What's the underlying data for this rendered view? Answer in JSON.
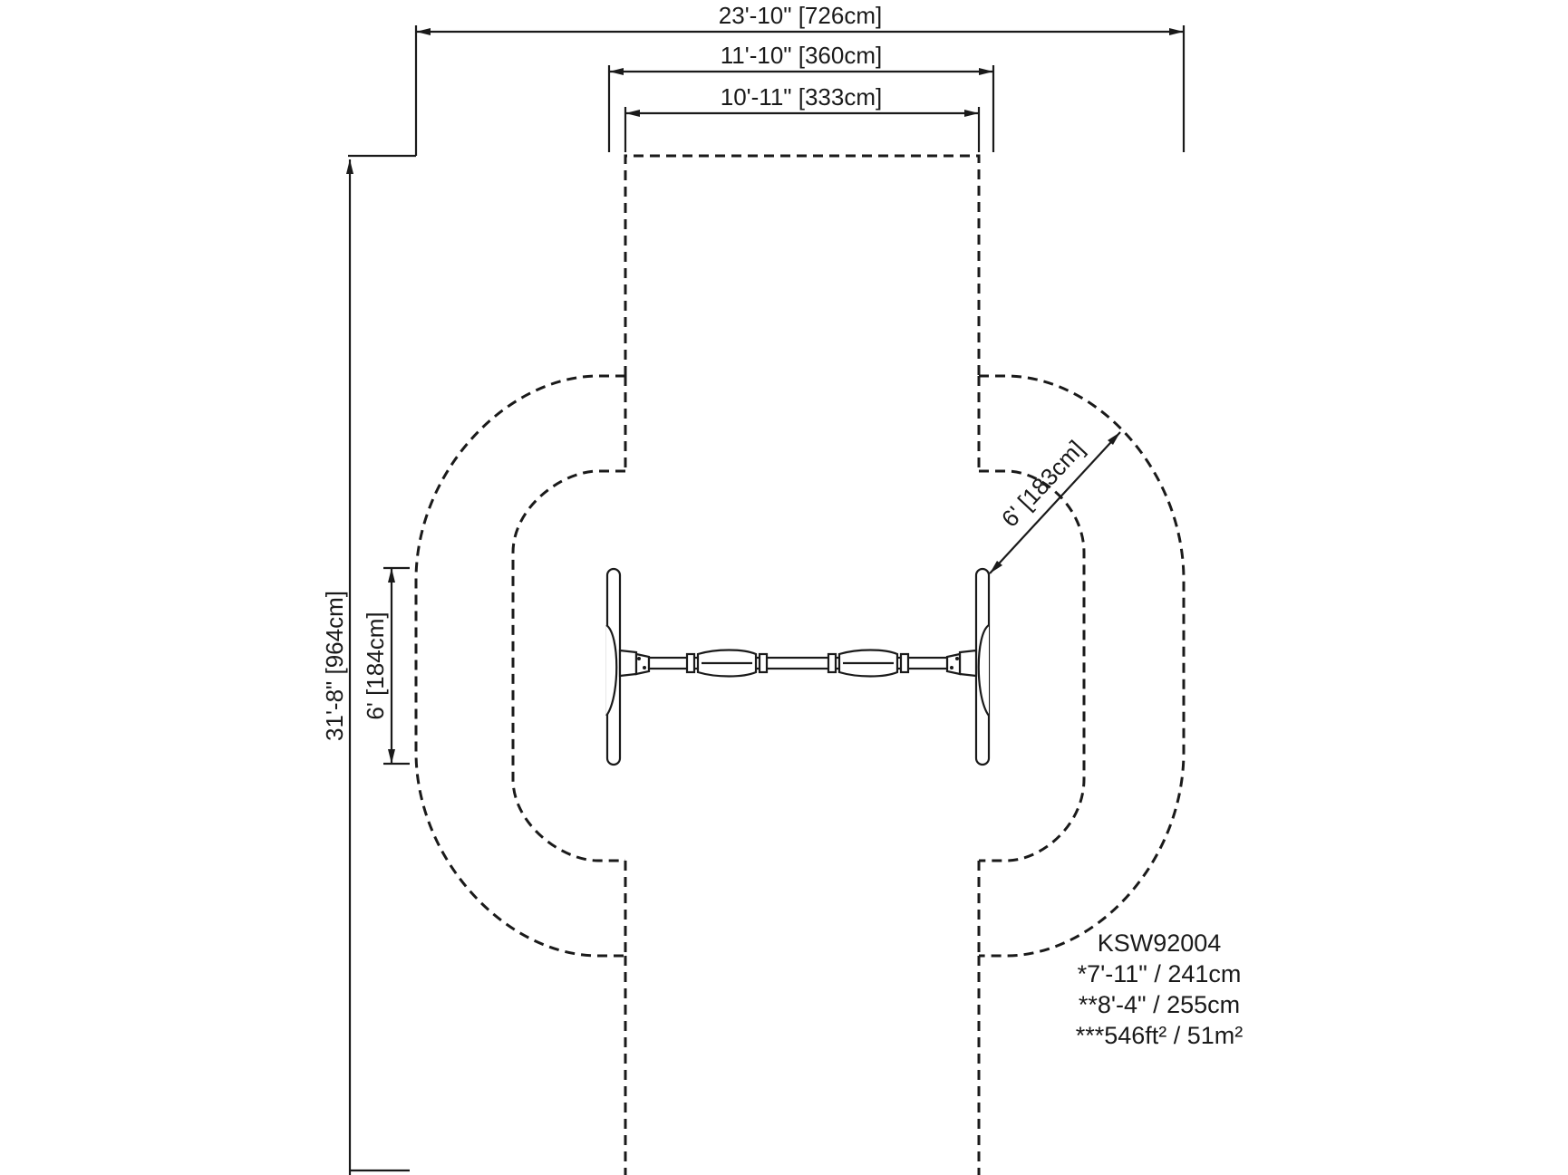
{
  "dimensions": {
    "overall_width": "23'-10\" [726cm]",
    "middle_width": "11'-10\" [360cm]",
    "inner_width": "10'-11\" [333cm]",
    "overall_length": "31'-8\" [964cm]",
    "swing_length": "6' [184cm]",
    "radius": "6' [183cm]"
  },
  "info": {
    "model": "KSW92004",
    "line1": "*7'-11\" / 241cm",
    "line2": "**8'-4\" / 255cm",
    "line3": "***546ft² / 51m²"
  }
}
